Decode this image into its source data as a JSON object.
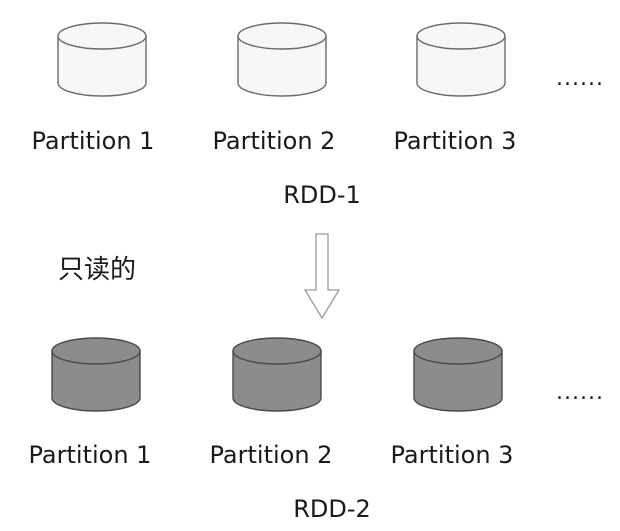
{
  "rdd1": {
    "partitions": [
      "Partition 1",
      "Partition 2",
      "Partition 3"
    ],
    "ellipsis": "......",
    "label": "RDD-1",
    "fill": "#f7f7f7",
    "stroke": "#6b6b6b"
  },
  "note": "只读的",
  "arrow": {
    "fill": "#ffffff",
    "stroke": "#9a9a9a"
  },
  "rdd2": {
    "partitions": [
      "Partition 1",
      "Partition 2",
      "Partition 3"
    ],
    "ellipsis": "......",
    "label": "RDD-2",
    "fill": "#8c8c8c",
    "stroke": "#4a4a4a"
  }
}
